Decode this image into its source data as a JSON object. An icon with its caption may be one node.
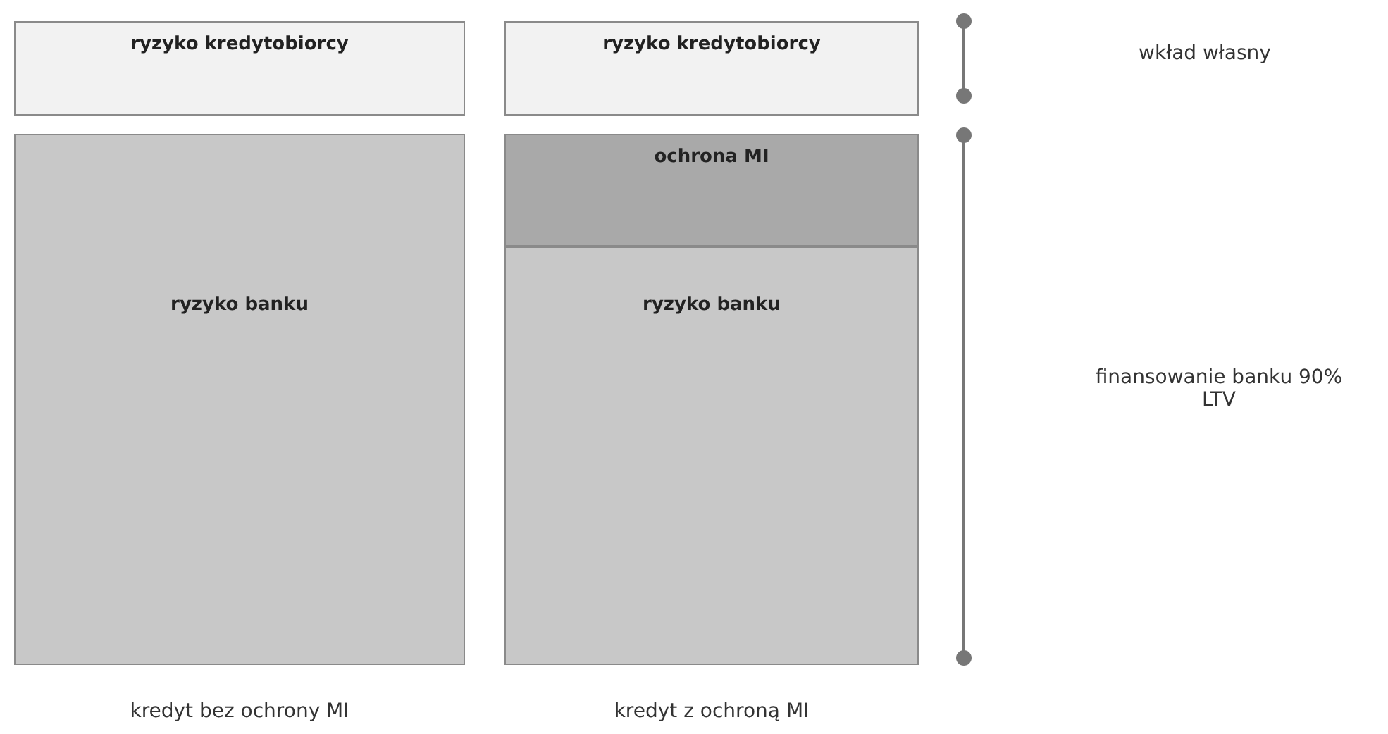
{
  "diagram": {
    "nodes": [
      {
        "text": [
          "ryzyko kredytobiorcy"
        ]
      },
      {
        "text": [
          "ryzyko banku"
        ]
      },
      {
        "text": [
          "ryzyko kredytobiorcy"
        ]
      },
      {
        "text": [
          "ochrona MI"
        ]
      },
      {
        "text": [
          "ryzyko banku"
        ]
      }
    ],
    "edges": [],
    "labels": [
      "wkład własny",
      "finansowanie banku 90% LTV",
      "kredyt bez ochrony MI",
      "kredyt z ochroną MI"
    ]
  }
}
